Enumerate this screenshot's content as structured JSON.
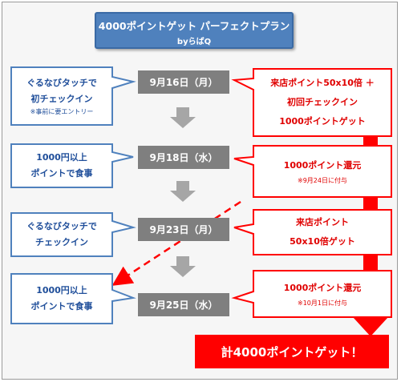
{
  "title": {
    "main": "4000ポイントゲット パーフェクトプラン",
    "sub": "byらばQ"
  },
  "dates": [
    "9月16日（月）",
    "9月18日（水）",
    "9月23日（月）",
    "9月25日（水）"
  ],
  "left_callouts": [
    {
      "lines": [
        "ぐるなびタッチで",
        "初チェックイン"
      ],
      "note": "※事前に要エントリー"
    },
    {
      "lines": [
        "1000円以上",
        "ポイントで食事"
      ]
    },
    {
      "lines": [
        "ぐるなびタッチで",
        "チェックイン"
      ]
    },
    {
      "lines": [
        "1000円以上",
        "ポイントで食事"
      ]
    }
  ],
  "right_callouts": [
    {
      "lines": [
        "来店ポイント50x10倍 ＋",
        "初回チェックイン",
        "1000ポイントゲット"
      ]
    },
    {
      "lines": [
        "1000ポイント還元"
      ],
      "note": "※9月24日に付与"
    },
    {
      "lines": [
        "来店ポイント",
        "50x10倍ゲット"
      ]
    },
    {
      "lines": [
        "1000ポイント還元"
      ],
      "note": "※10月1日に付与"
    }
  ],
  "final": "計4000ポイントゲット！",
  "colors": {
    "blue": "#4f81bd",
    "blue_text": "#1f4e9a",
    "red": "#ff0000",
    "gray": "#7f7f7f",
    "arrow_gray": "#a6a6a6"
  }
}
